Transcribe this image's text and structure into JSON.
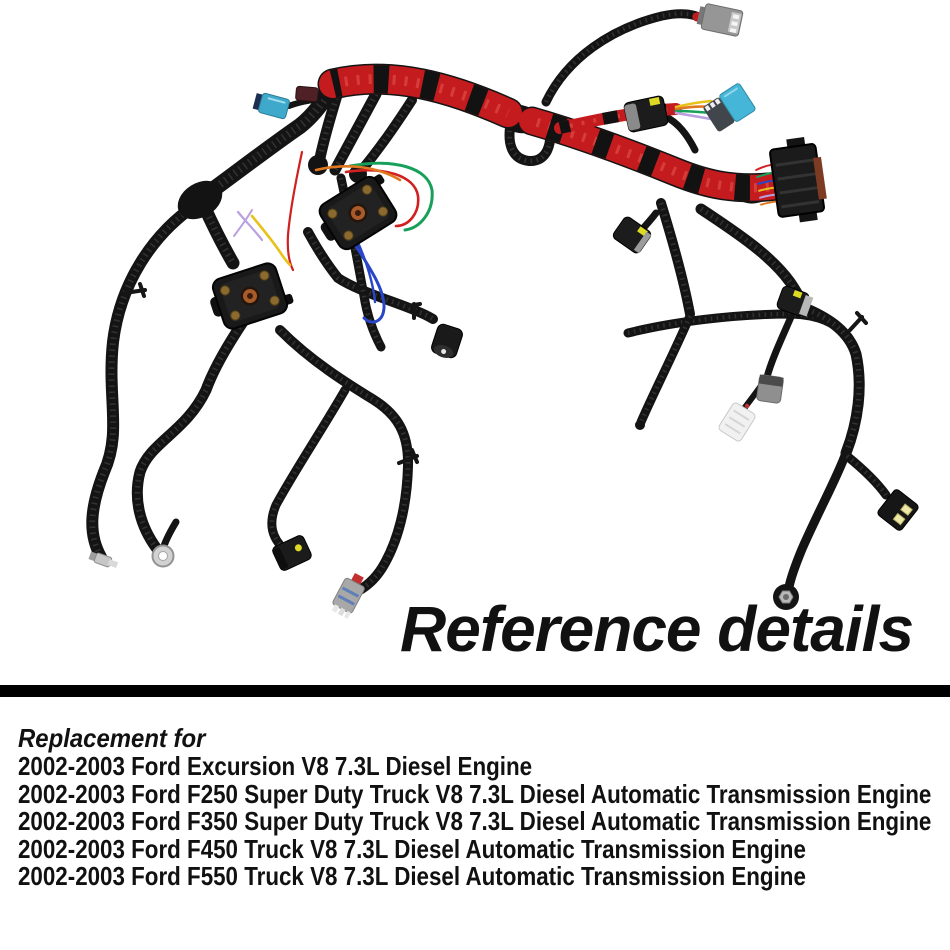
{
  "headline": {
    "text": "Reference details",
    "color": "#111111"
  },
  "divider": {
    "color": "#000000"
  },
  "replacement": {
    "heading": "Replacement for",
    "items": [
      "2002-2003 Ford Excursion V8 7.3L Diesel Engine",
      "2002-2003 Ford F250 Super Duty Truck V8 7.3L Diesel Automatic Transmission Engine",
      "2002-2003 Ford F350 Super Duty Truck V8 7.3L Diesel Automatic Transmission Engine",
      "2002-2003 Ford F450 Truck V8 7.3L Diesel Automatic Transmission Engine",
      "2002-2003 Ford F550 Truck V8 7.3L Diesel Automatic Transmission Engine"
    ]
  },
  "theme": {
    "background": "#ffffff",
    "tape_red": "#c41b1f",
    "conduit_black": "#141414",
    "text_color": "#111111",
    "divider_color": "#000000",
    "wire_green": "#18a05a",
    "wire_blue": "#2a46c8",
    "wire_red": "#d02020",
    "wire_yellow": "#e8c21a",
    "wire_orange": "#e07820",
    "wire_purple": "#b9a0e0",
    "connector_blue": "#46b6d8",
    "connector_clip_yellow": "#ddda25",
    "terminal_silver": "#d2d2d2"
  }
}
